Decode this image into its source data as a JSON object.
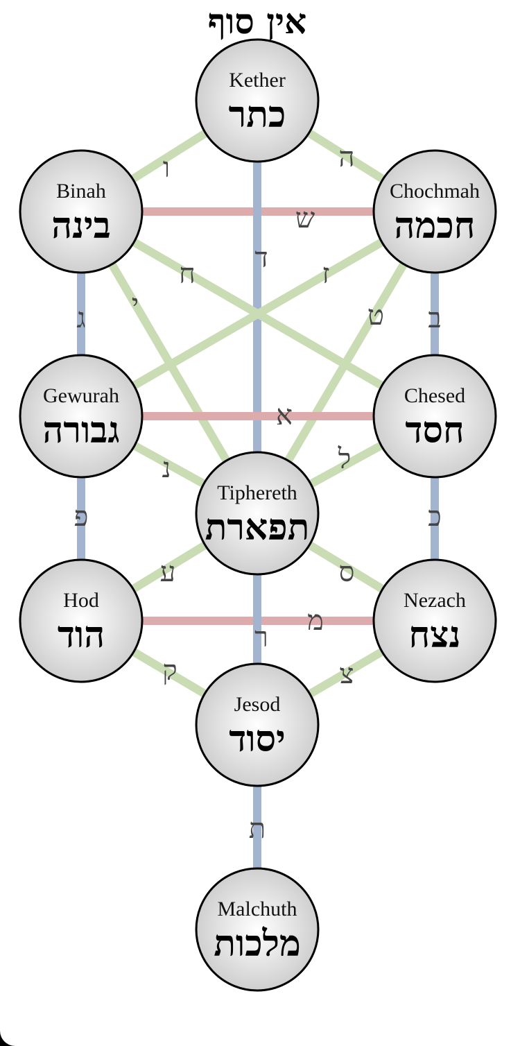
{
  "title": "אין סוף",
  "colors": {
    "green": "#c9dcb3",
    "red": "#ddabab",
    "blue": "#a2b4d0",
    "letter": "#444444"
  },
  "sephiroth": [
    {
      "id": "kether",
      "en": "Kether",
      "he": "כתר"
    },
    {
      "id": "binah",
      "en": "Binah",
      "he": "בינה"
    },
    {
      "id": "chochmah",
      "en": "Chochmah",
      "he": "חכמה"
    },
    {
      "id": "gewurah",
      "en": "Gewurah",
      "he": "גבורה"
    },
    {
      "id": "chesed",
      "en": "Chesed",
      "he": "חסד"
    },
    {
      "id": "tiphereth",
      "en": "Tiphereth",
      "he": "תפארת"
    },
    {
      "id": "hod",
      "en": "Hod",
      "he": "הוד"
    },
    {
      "id": "nezach",
      "en": "Nezach",
      "he": "נצח"
    },
    {
      "id": "jesod",
      "en": "Jesod",
      "he": "יסוד"
    },
    {
      "id": "malchuth",
      "en": "Malchuth",
      "he": "מלכות"
    }
  ],
  "paths": [
    {
      "from": "kether",
      "to": "binah",
      "type": "green",
      "letter": "ו"
    },
    {
      "from": "kether",
      "to": "chochmah",
      "type": "green",
      "letter": "ה"
    },
    {
      "from": "binah",
      "to": "chochmah",
      "type": "red",
      "letter": "ש"
    },
    {
      "from": "kether",
      "to": "tiphereth",
      "type": "blue",
      "letter": "ד"
    },
    {
      "from": "binah",
      "to": "chesed",
      "type": "green",
      "letter": "ח"
    },
    {
      "from": "chochmah",
      "to": "gewurah",
      "type": "green",
      "letter": "ז"
    },
    {
      "from": "binah",
      "to": "gewurah",
      "type": "blue",
      "letter": "ג"
    },
    {
      "from": "chochmah",
      "to": "chesed",
      "type": "blue",
      "letter": "ב"
    },
    {
      "from": "binah",
      "to": "tiphereth",
      "type": "green",
      "letter": "י"
    },
    {
      "from": "chochmah",
      "to": "tiphereth",
      "type": "green",
      "letter": "ט"
    },
    {
      "from": "gewurah",
      "to": "chesed",
      "type": "red",
      "letter": "א"
    },
    {
      "from": "gewurah",
      "to": "tiphereth",
      "type": "green",
      "letter": "נ"
    },
    {
      "from": "chesed",
      "to": "tiphereth",
      "type": "green",
      "letter": "ל"
    },
    {
      "from": "gewurah",
      "to": "hod",
      "type": "blue",
      "letter": "פ"
    },
    {
      "from": "chesed",
      "to": "nezach",
      "type": "blue",
      "letter": "כ"
    },
    {
      "from": "tiphereth",
      "to": "hod",
      "type": "green",
      "letter": "ע"
    },
    {
      "from": "tiphereth",
      "to": "nezach",
      "type": "green",
      "letter": "ס"
    },
    {
      "from": "hod",
      "to": "nezach",
      "type": "red",
      "letter": "מ"
    },
    {
      "from": "tiphereth",
      "to": "jesod",
      "type": "blue",
      "letter": "ר"
    },
    {
      "from": "hod",
      "to": "jesod",
      "type": "green",
      "letter": "ק"
    },
    {
      "from": "nezach",
      "to": "jesod",
      "type": "green",
      "letter": "צ"
    },
    {
      "from": "jesod",
      "to": "malchuth",
      "type": "blue",
      "letter": "ת"
    }
  ]
}
